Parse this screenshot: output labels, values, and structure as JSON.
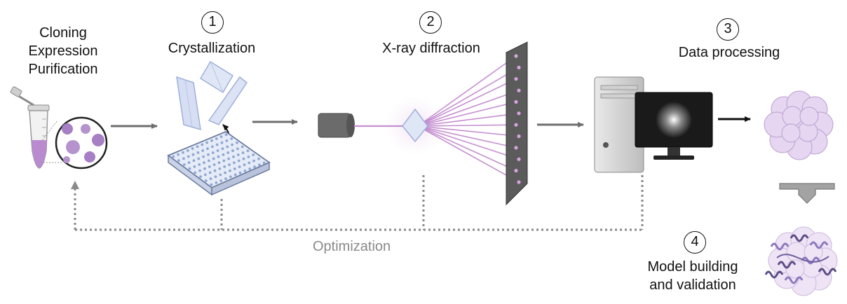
{
  "steps": [
    {
      "number": "",
      "lines": [
        "Cloning",
        "Expression",
        "Purification"
      ]
    },
    {
      "number": "1",
      "lines": [
        "Crystallization"
      ]
    },
    {
      "number": "2",
      "lines": [
        "X-ray diffraction"
      ]
    },
    {
      "number": "3",
      "lines": [
        "Data processing"
      ]
    },
    {
      "number": "4",
      "lines": [
        "Model building",
        "and validation"
      ]
    }
  ],
  "feedback_label": "Optimization",
  "colors": {
    "arrow": "#6e6e6e",
    "dotted": "#8a8a8a",
    "beam": "#c58fd0",
    "crystal": "#cfd8f2",
    "protein": "#dcc7ea",
    "detector": "#555555",
    "monitor": "#1a1a1a"
  }
}
